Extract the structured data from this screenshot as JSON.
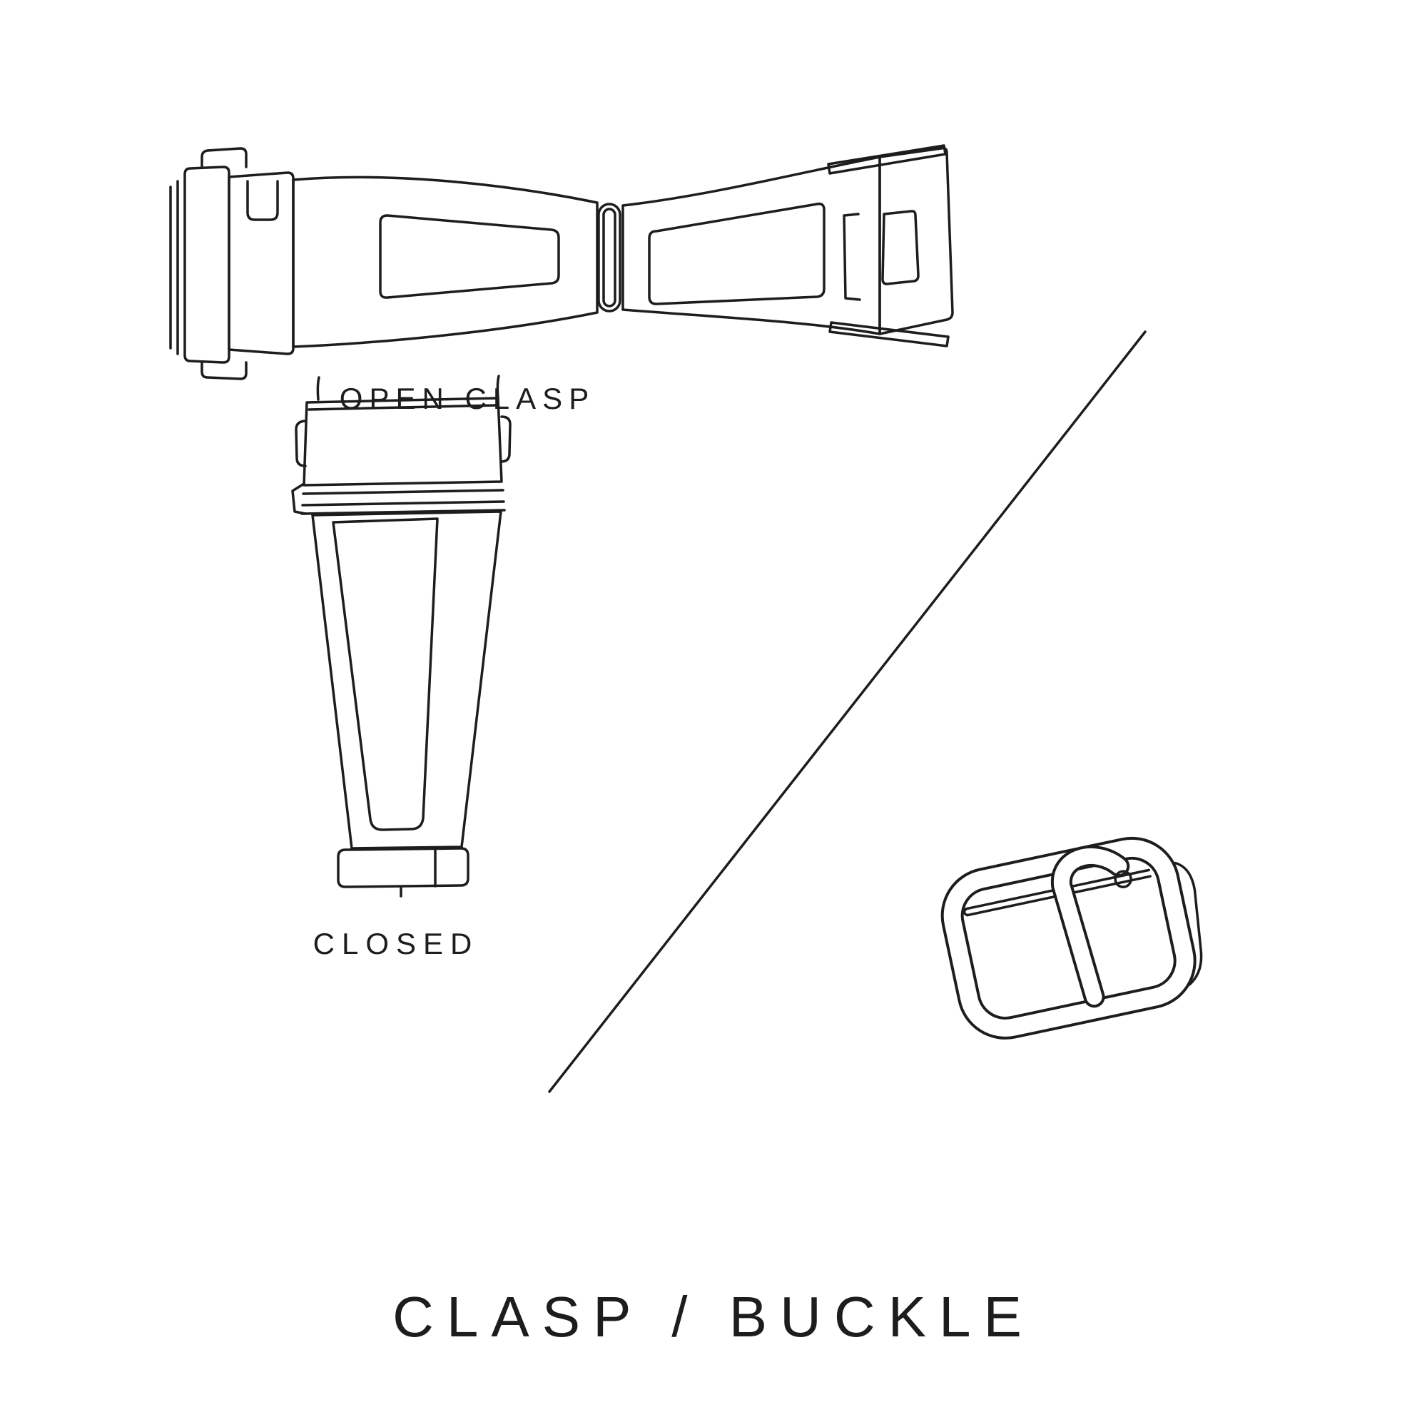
{
  "page": {
    "background": "#ffffff",
    "line_color": "#1d1d1d",
    "text_color": "#1d1d1d"
  },
  "labels": {
    "open_clasp": "OPEN CLASP",
    "closed": "CLOSED",
    "title": "CLASP / BUCKLE"
  },
  "illustrations": [
    {
      "name": "open-clasp-illustration",
      "depicts": "watch deployant clasp fully open, top view"
    },
    {
      "name": "closed-clasp-illustration",
      "depicts": "watch clasp closed, top view"
    },
    {
      "name": "buckle-illustration",
      "depicts": "watch strap tang buckle"
    }
  ]
}
